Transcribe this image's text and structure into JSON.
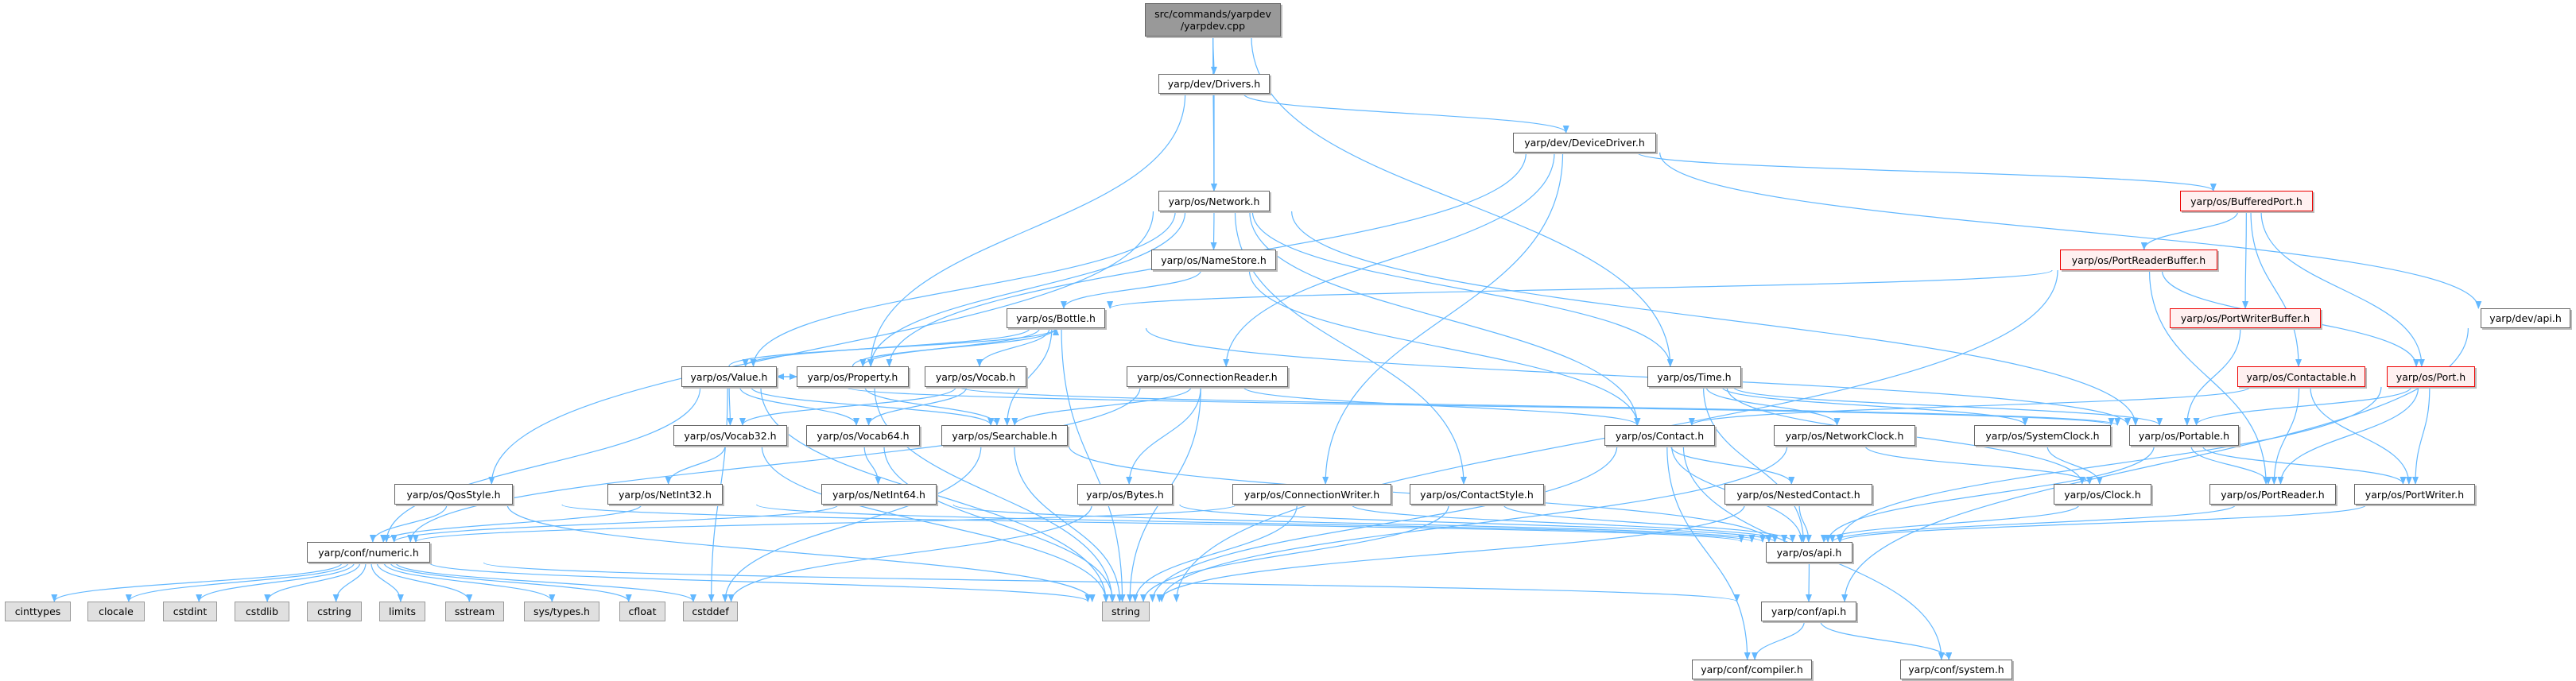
{
  "title": "src/commands/yarpdev/yarpdev.cpp include dependency graph",
  "colors": {
    "edge": "#63b8ff",
    "root_fill": "#999999",
    "red_border": "#ee0000",
    "red_fill": "#fff0f0",
    "system_fill": "#e0e0e0"
  },
  "nodes": {
    "root": {
      "label": "src/commands/yarpdev\n/yarpdev.cpp",
      "kind": "root"
    },
    "drivers": {
      "label": "yarp/dev/Drivers.h"
    },
    "devicedriver": {
      "label": "yarp/dev/DeviceDriver.h"
    },
    "network": {
      "label": "yarp/os/Network.h"
    },
    "bufferedport": {
      "label": "yarp/os/BufferedPort.h",
      "kind": "red"
    },
    "namestore": {
      "label": "yarp/os/NameStore.h"
    },
    "portreaderbuffer": {
      "label": "yarp/os/PortReaderBuffer.h",
      "kind": "red"
    },
    "bottle": {
      "label": "yarp/os/Bottle.h"
    },
    "portwriterbuffer": {
      "label": "yarp/os/PortWriterBuffer.h",
      "kind": "red"
    },
    "devapi": {
      "label": "yarp/dev/api.h"
    },
    "value": {
      "label": "yarp/os/Value.h"
    },
    "property": {
      "label": "yarp/os/Property.h"
    },
    "vocab": {
      "label": "yarp/os/Vocab.h"
    },
    "connectionreader": {
      "label": "yarp/os/ConnectionReader.h"
    },
    "time": {
      "label": "yarp/os/Time.h"
    },
    "contactable": {
      "label": "yarp/os/Contactable.h",
      "kind": "red"
    },
    "port": {
      "label": "yarp/os/Port.h",
      "kind": "red"
    },
    "vocab32": {
      "label": "yarp/os/Vocab32.h"
    },
    "vocab64": {
      "label": "yarp/os/Vocab64.h"
    },
    "searchable": {
      "label": "yarp/os/Searchable.h"
    },
    "contact": {
      "label": "yarp/os/Contact.h"
    },
    "networkclock": {
      "label": "yarp/os/NetworkClock.h"
    },
    "systemclock": {
      "label": "yarp/os/SystemClock.h"
    },
    "portable": {
      "label": "yarp/os/Portable.h"
    },
    "qosstyle": {
      "label": "yarp/os/QosStyle.h"
    },
    "netint32": {
      "label": "yarp/os/NetInt32.h"
    },
    "netint64": {
      "label": "yarp/os/NetInt64.h"
    },
    "bytes": {
      "label": "yarp/os/Bytes.h"
    },
    "connectionwriter": {
      "label": "yarp/os/ConnectionWriter.h"
    },
    "contactstyle": {
      "label": "yarp/os/ContactStyle.h"
    },
    "nestedcontact": {
      "label": "yarp/os/NestedContact.h"
    },
    "clock": {
      "label": "yarp/os/Clock.h"
    },
    "portreader": {
      "label": "yarp/os/PortReader.h"
    },
    "portwriter": {
      "label": "yarp/os/PortWriter.h"
    },
    "numeric": {
      "label": "yarp/conf/numeric.h"
    },
    "osapi": {
      "label": "yarp/os/api.h"
    },
    "cinttypes": {
      "label": "cinttypes",
      "kind": "sys"
    },
    "clocale": {
      "label": "clocale",
      "kind": "sys"
    },
    "cstdint": {
      "label": "cstdint",
      "kind": "sys"
    },
    "cstdlib": {
      "label": "cstdlib",
      "kind": "sys"
    },
    "cstring": {
      "label": "cstring",
      "kind": "sys"
    },
    "limits": {
      "label": "limits",
      "kind": "sys"
    },
    "sstream": {
      "label": "sstream",
      "kind": "sys"
    },
    "systypes": {
      "label": "sys/types.h",
      "kind": "sys"
    },
    "cfloat": {
      "label": "cfloat",
      "kind": "sys"
    },
    "cstddef": {
      "label": "cstddef",
      "kind": "sys"
    },
    "string": {
      "label": "string",
      "kind": "sys"
    },
    "confapi": {
      "label": "yarp/conf/api.h"
    },
    "compiler": {
      "label": "yarp/conf/compiler.h"
    },
    "system": {
      "label": "yarp/conf/system.h"
    }
  },
  "edges": [
    [
      "root",
      "drivers"
    ],
    [
      "root",
      "network"
    ],
    [
      "root",
      "time"
    ],
    [
      "drivers",
      "network"
    ],
    [
      "drivers",
      "devicedriver"
    ],
    [
      "drivers",
      "property"
    ],
    [
      "devicedriver",
      "property"
    ],
    [
      "devicedriver",
      "bufferedport"
    ],
    [
      "devicedriver",
      "devapi"
    ],
    [
      "devicedriver",
      "connectionreader"
    ],
    [
      "devicedriver",
      "connectionwriter"
    ],
    [
      "network",
      "namestore"
    ],
    [
      "network",
      "value"
    ],
    [
      "network",
      "property"
    ],
    [
      "network",
      "qosstyle"
    ],
    [
      "network",
      "time"
    ],
    [
      "network",
      "contact"
    ],
    [
      "network",
      "contactstyle"
    ],
    [
      "network",
      "portable"
    ],
    [
      "namestore",
      "bottle"
    ],
    [
      "namestore",
      "contact"
    ],
    [
      "bufferedport",
      "portreaderbuffer"
    ],
    [
      "bufferedport",
      "portwriterbuffer"
    ],
    [
      "bufferedport",
      "contactable"
    ],
    [
      "bufferedport",
      "port"
    ],
    [
      "portreaderbuffer",
      "bottle"
    ],
    [
      "portreaderbuffer",
      "string"
    ],
    [
      "portreaderbuffer",
      "portreader"
    ],
    [
      "portreaderbuffer",
      "port"
    ],
    [
      "portwriterbuffer",
      "portable"
    ],
    [
      "devapi",
      "confapi"
    ],
    [
      "bottle",
      "value"
    ],
    [
      "bottle",
      "property"
    ],
    [
      "bottle",
      "vocab"
    ],
    [
      "bottle",
      "searchable"
    ],
    [
      "bottle",
      "string"
    ],
    [
      "bottle",
      "portable"
    ],
    [
      "value",
      "bottle"
    ],
    [
      "value",
      "property"
    ],
    [
      "value",
      "vocab32"
    ],
    [
      "value",
      "vocab64"
    ],
    [
      "value",
      "searchable"
    ],
    [
      "value",
      "portable"
    ],
    [
      "value",
      "numeric"
    ],
    [
      "value",
      "string"
    ],
    [
      "value",
      "cstddef"
    ],
    [
      "property",
      "bottle"
    ],
    [
      "property",
      "value"
    ],
    [
      "property",
      "searchable"
    ],
    [
      "property",
      "portable"
    ],
    [
      "property",
      "string"
    ],
    [
      "vocab",
      "vocab32"
    ],
    [
      "vocab",
      "vocab64"
    ],
    [
      "connectionreader",
      "searchable"
    ],
    [
      "connectionreader",
      "contact"
    ],
    [
      "connectionreader",
      "bytes"
    ],
    [
      "connectionreader",
      "string"
    ],
    [
      "connectionreader",
      "numeric"
    ],
    [
      "time",
      "networkclock"
    ],
    [
      "time",
      "systemclock"
    ],
    [
      "time",
      "clock"
    ],
    [
      "time",
      "osapi"
    ],
    [
      "time",
      "portable"
    ],
    [
      "contactable",
      "contact"
    ],
    [
      "contactable",
      "portreader"
    ],
    [
      "contactable",
      "portwriter"
    ],
    [
      "port",
      "portable"
    ],
    [
      "port",
      "portreader"
    ],
    [
      "port",
      "portwriter"
    ],
    [
      "port",
      "osapi"
    ],
    [
      "vocab32",
      "netint32"
    ],
    [
      "vocab32",
      "string"
    ],
    [
      "vocab64",
      "netint64"
    ],
    [
      "vocab64",
      "string"
    ],
    [
      "searchable",
      "osapi"
    ],
    [
      "searchable",
      "string"
    ],
    [
      "searchable",
      "cstddef"
    ],
    [
      "contact",
      "nestedcontact"
    ],
    [
      "contact",
      "osapi"
    ],
    [
      "contact",
      "string"
    ],
    [
      "contact",
      "compiler"
    ],
    [
      "contact",
      "system"
    ],
    [
      "networkclock",
      "clock"
    ],
    [
      "networkclock",
      "string"
    ],
    [
      "systemclock",
      "clock"
    ],
    [
      "portable",
      "portreader"
    ],
    [
      "portable",
      "portwriter"
    ],
    [
      "portable",
      "osapi"
    ],
    [
      "qosstyle",
      "numeric"
    ],
    [
      "qosstyle",
      "osapi"
    ],
    [
      "qosstyle",
      "string"
    ],
    [
      "netint32",
      "numeric"
    ],
    [
      "netint32",
      "osapi"
    ],
    [
      "netint64",
      "numeric"
    ],
    [
      "netint64",
      "osapi"
    ],
    [
      "bytes",
      "osapi"
    ],
    [
      "bytes",
      "cstddef"
    ],
    [
      "connectionwriter",
      "numeric"
    ],
    [
      "connectionwriter",
      "osapi"
    ],
    [
      "connectionwriter",
      "string"
    ],
    [
      "contactstyle",
      "osapi"
    ],
    [
      "contactstyle",
      "string"
    ],
    [
      "nestedcontact",
      "osapi"
    ],
    [
      "nestedcontact",
      "string"
    ],
    [
      "clock",
      "osapi"
    ],
    [
      "portreader",
      "osapi"
    ],
    [
      "portwriter",
      "osapi"
    ],
    [
      "numeric",
      "cinttypes"
    ],
    [
      "numeric",
      "clocale"
    ],
    [
      "numeric",
      "cstdint"
    ],
    [
      "numeric",
      "cstdlib"
    ],
    [
      "numeric",
      "cstring"
    ],
    [
      "numeric",
      "limits"
    ],
    [
      "numeric",
      "sstream"
    ],
    [
      "numeric",
      "systypes"
    ],
    [
      "numeric",
      "cfloat"
    ],
    [
      "numeric",
      "cstddef"
    ],
    [
      "numeric",
      "string"
    ],
    [
      "numeric",
      "confapi"
    ],
    [
      "osapi",
      "confapi"
    ],
    [
      "confapi",
      "compiler"
    ],
    [
      "confapi",
      "system"
    ]
  ]
}
